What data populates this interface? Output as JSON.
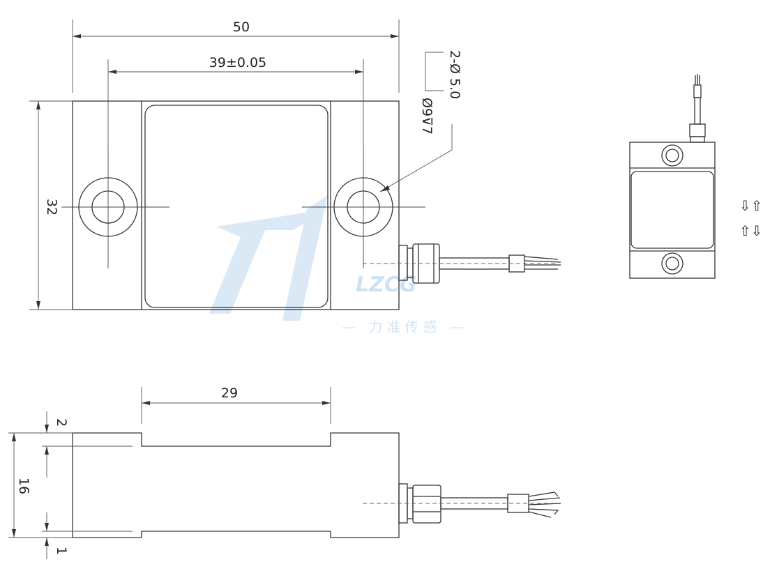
{
  "dimensions": {
    "overall_length": "50",
    "hole_spacing": "39±0.05",
    "width": "32",
    "hole_callout": "2-Ø 5.0",
    "counterbore_callout": "Ø9⊽7",
    "pocket_length": "29",
    "height": "16",
    "top_recess": "2",
    "bottom_recess": "1"
  },
  "load_direction_symbols": {
    "top": "⇩⇧",
    "bottom": "⇧⇩"
  },
  "watermark": {
    "logo": "LZCG",
    "tagline": "— 力准传感 —"
  },
  "colors": {
    "line": "#333333",
    "watermark": "#c9dff1"
  }
}
